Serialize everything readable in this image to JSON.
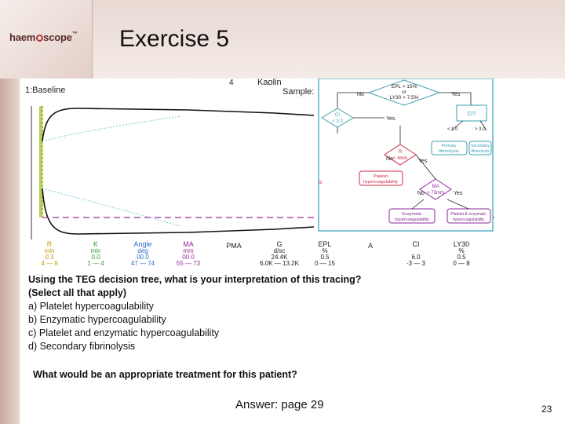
{
  "slide": {
    "title": "Exercise 5",
    "logo_parts": [
      "haem",
      "scope"
    ],
    "logo_mark": "™",
    "page_number": "23",
    "answer": "Answer: page 29"
  },
  "tracing": {
    "header_left": "1:Baseline",
    "header_num": "4",
    "header_mid": "Kaolin",
    "header_right": "Sample:",
    "params": [
      {
        "name": "R",
        "value": "min",
        "value2": "0.3",
        "range": "4 — 8",
        "color": "#c8a000"
      },
      {
        "name": "K",
        "value": "min",
        "value2": "0.0",
        "range": "1 — 4",
        "color": "#2a9a2a"
      },
      {
        "name": "Angle",
        "value": "deg",
        "value2": "00.0",
        "range": "47 — 74",
        "color": "#2a6acc"
      },
      {
        "name": "MA",
        "value": "mm",
        "value2": "00.0",
        "range": "55 — 73",
        "color": "#9a2a9a"
      },
      {
        "name": "PMA",
        "value": "",
        "value2": "",
        "range": "",
        "color": "#222222"
      },
      {
        "name": "G",
        "value": "d/sc",
        "value2": "24.4K",
        "range": "6.0K — 13.2K",
        "color": "#222222"
      },
      {
        "name": "EPL",
        "value": "%",
        "value2": "0.5",
        "range": "0 — 15",
        "color": "#222222"
      },
      {
        "name": "A",
        "value": "",
        "value2": "",
        "range": "",
        "color": "#222222"
      },
      {
        "name": "CI",
        "value": "",
        "value2": "6.0",
        "range": "-3 — 3",
        "color": "#222222"
      },
      {
        "name": "LY30",
        "value": "%",
        "value2": "0.5",
        "range": "0 — 8",
        "color": "#222222"
      }
    ]
  },
  "decision_tree": {
    "epl_box": [
      "EPL > 15%",
      "or",
      "LY30 > 7.5%"
    ],
    "no1": "No",
    "yes1": "Yes",
    "ci_box": [
      "CI",
      "< 3.0"
    ],
    "ci2_box": "CI?",
    "yes2": "Yes",
    "lt1": "< 1.0",
    "gt3": "> 3.0",
    "primary": [
      "Primary",
      "fibrinolysis"
    ],
    "secondary": [
      "Secondary",
      "fibrinolysis"
    ],
    "r_box": [
      "R",
      "< 4min"
    ],
    "no2": "No",
    "yes3": "Yes",
    "platelet": [
      "Platelet",
      "hypercoagulability"
    ],
    "ma_box": [
      "MA",
      "> 73mm"
    ],
    "no3": "No",
    "yes4": "Yes",
    "enzymatic": [
      "Enzymatic",
      "hypercoagulability"
    ],
    "both": [
      "Platelet & enzymatic",
      "hypercoagulability"
    ],
    "partial_label": "ts"
  },
  "question": {
    "line1": "Using the TEG decision tree, what is your interpretation of this tracing?",
    "line2": "(Select all that apply)",
    "options": [
      "a) Platelet hypercoagulability",
      "b) Enzymatic hypercoagulability",
      "c) Platelet and enzymatic hypercoagulability",
      "d) Secondary fibrinolysis"
    ],
    "line3": "What would be an appropriate treatment for this patient?"
  },
  "colors": {
    "tree_border": "#5ab4c8",
    "tree_node_teal": "#3aa0b0",
    "tree_node_red": "#d02a4a",
    "tree_node_purple": "#8a2a9a",
    "accent_band": "#c9a99d"
  }
}
